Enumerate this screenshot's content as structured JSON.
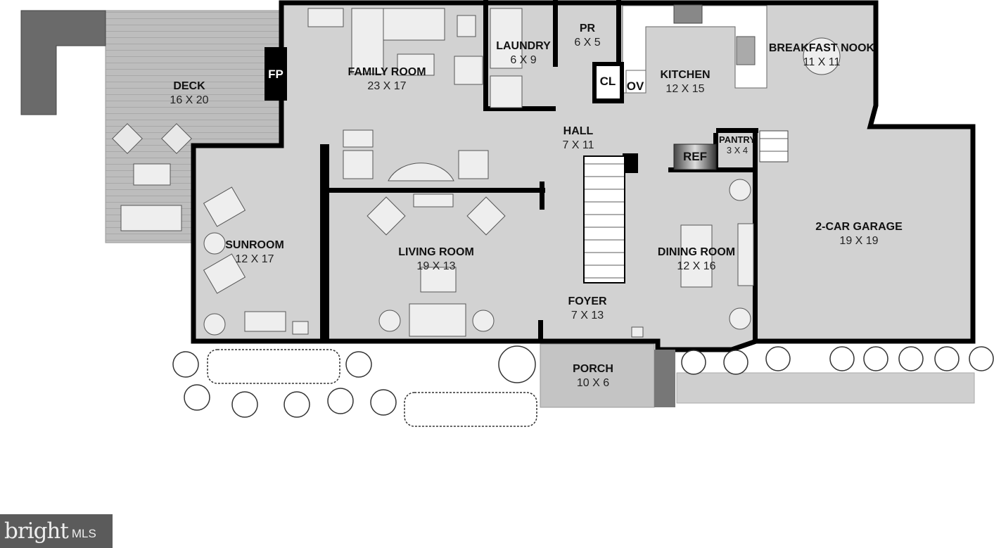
{
  "rooms": {
    "deck": {
      "name": "DECK",
      "dims": "16 X 20"
    },
    "family_room": {
      "name": "FAMILY ROOM",
      "dims": "23 X 17"
    },
    "laundry": {
      "name": "LAUNDRY",
      "dims": "6 X 9"
    },
    "powder_room": {
      "name": "PR",
      "dims": "6 X 5"
    },
    "kitchen": {
      "name": "KITCHEN",
      "dims": "12 X 15"
    },
    "breakfast_nook": {
      "name": "BREAKFAST NOOK",
      "dims": "11 X 11"
    },
    "hall": {
      "name": "HALL",
      "dims": "7 X 11"
    },
    "pantry": {
      "name": "PANTRY",
      "dims": "3 X 4"
    },
    "sunroom": {
      "name": "SUNROOM",
      "dims": "12 X 17"
    },
    "living_room": {
      "name": "LIVING ROOM",
      "dims": "19 X 13"
    },
    "dining_room": {
      "name": "DINING ROOM",
      "dims": "12 X 16"
    },
    "garage": {
      "name": "2-CAR GARAGE",
      "dims": "19 X 19"
    },
    "foyer": {
      "name": "FOYER",
      "dims": "7 X 13"
    },
    "porch": {
      "name": "PORCH",
      "dims": "10 X 6"
    }
  },
  "labels": {
    "fireplace": "FP",
    "closet": "CL",
    "oven": "OV",
    "refrigerator": "REF"
  },
  "logo": {
    "brand": "bright",
    "suffix": "MLS"
  },
  "colors": {
    "floor": "#d2d2d2",
    "wall": "#000000",
    "deck": "#bdbdbd",
    "logo_bg": "#5b5b5b"
  }
}
